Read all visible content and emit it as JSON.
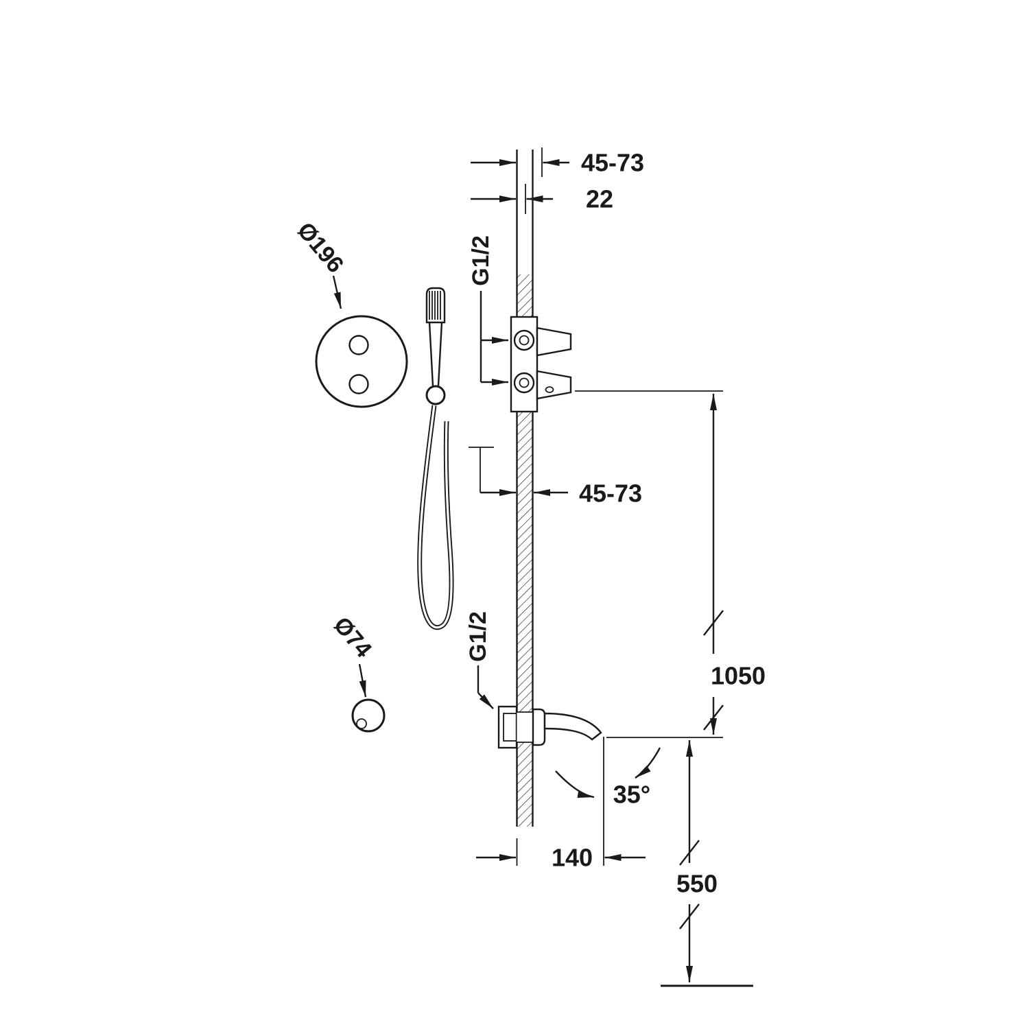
{
  "colors": {
    "background": "#ffffff",
    "line": "#1a1a1a"
  },
  "drawing": {
    "labels": {
      "top_offset": "45-73",
      "cover_thickness": "22",
      "thread_top": "G1/2",
      "plate_diameter": "Ø196",
      "wall_thickness": "45-73",
      "thread_spout": "G1/2",
      "trim_diameter": "Ø74",
      "valve_to_spout_height": "1050",
      "spout_swivel_angle": "35°",
      "spout_reach": "140",
      "spout_to_floor_height": "550"
    }
  }
}
